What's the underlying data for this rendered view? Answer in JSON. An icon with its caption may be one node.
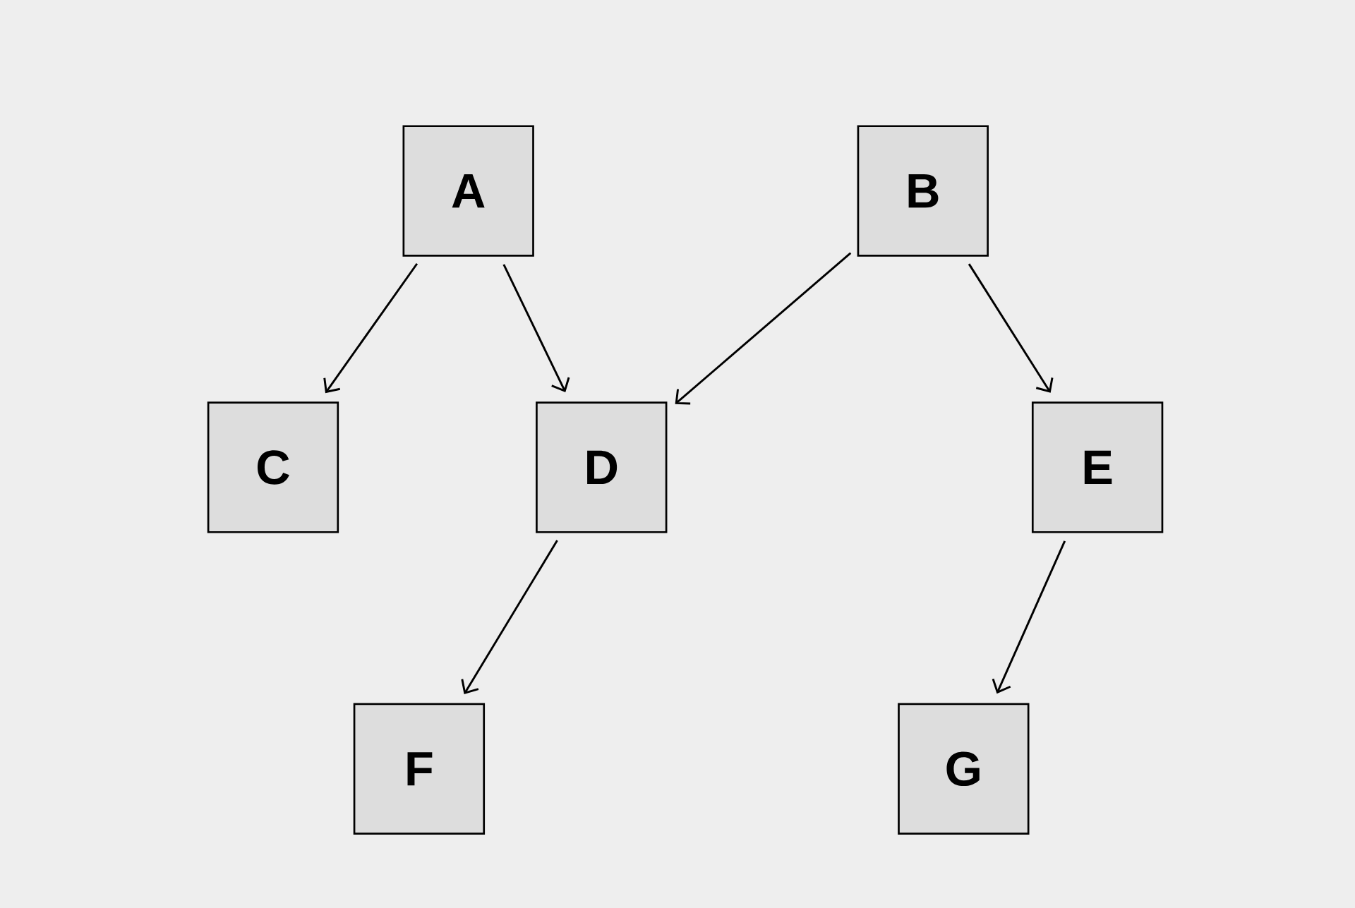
{
  "diagram": {
    "nodes": [
      {
        "text": [
          "A"
        ]
      },
      {
        "text": [
          "B"
        ]
      },
      {
        "text": [
          "C"
        ]
      },
      {
        "text": [
          "D"
        ]
      },
      {
        "text": [
          "E"
        ]
      },
      {
        "text": [
          "F"
        ]
      },
      {
        "text": [
          "G"
        ]
      }
    ],
    "edges": [
      {
        "from": 0,
        "to": 2,
        "arrow": "to"
      },
      {
        "from": 0,
        "to": 3,
        "arrow": "to"
      },
      {
        "from": 1,
        "to": 3,
        "arrow": "to"
      },
      {
        "from": 1,
        "to": 4,
        "arrow": "to"
      },
      {
        "from": 3,
        "to": 5,
        "arrow": "to"
      },
      {
        "from": 4,
        "to": 6,
        "arrow": "to"
      }
    ]
  }
}
